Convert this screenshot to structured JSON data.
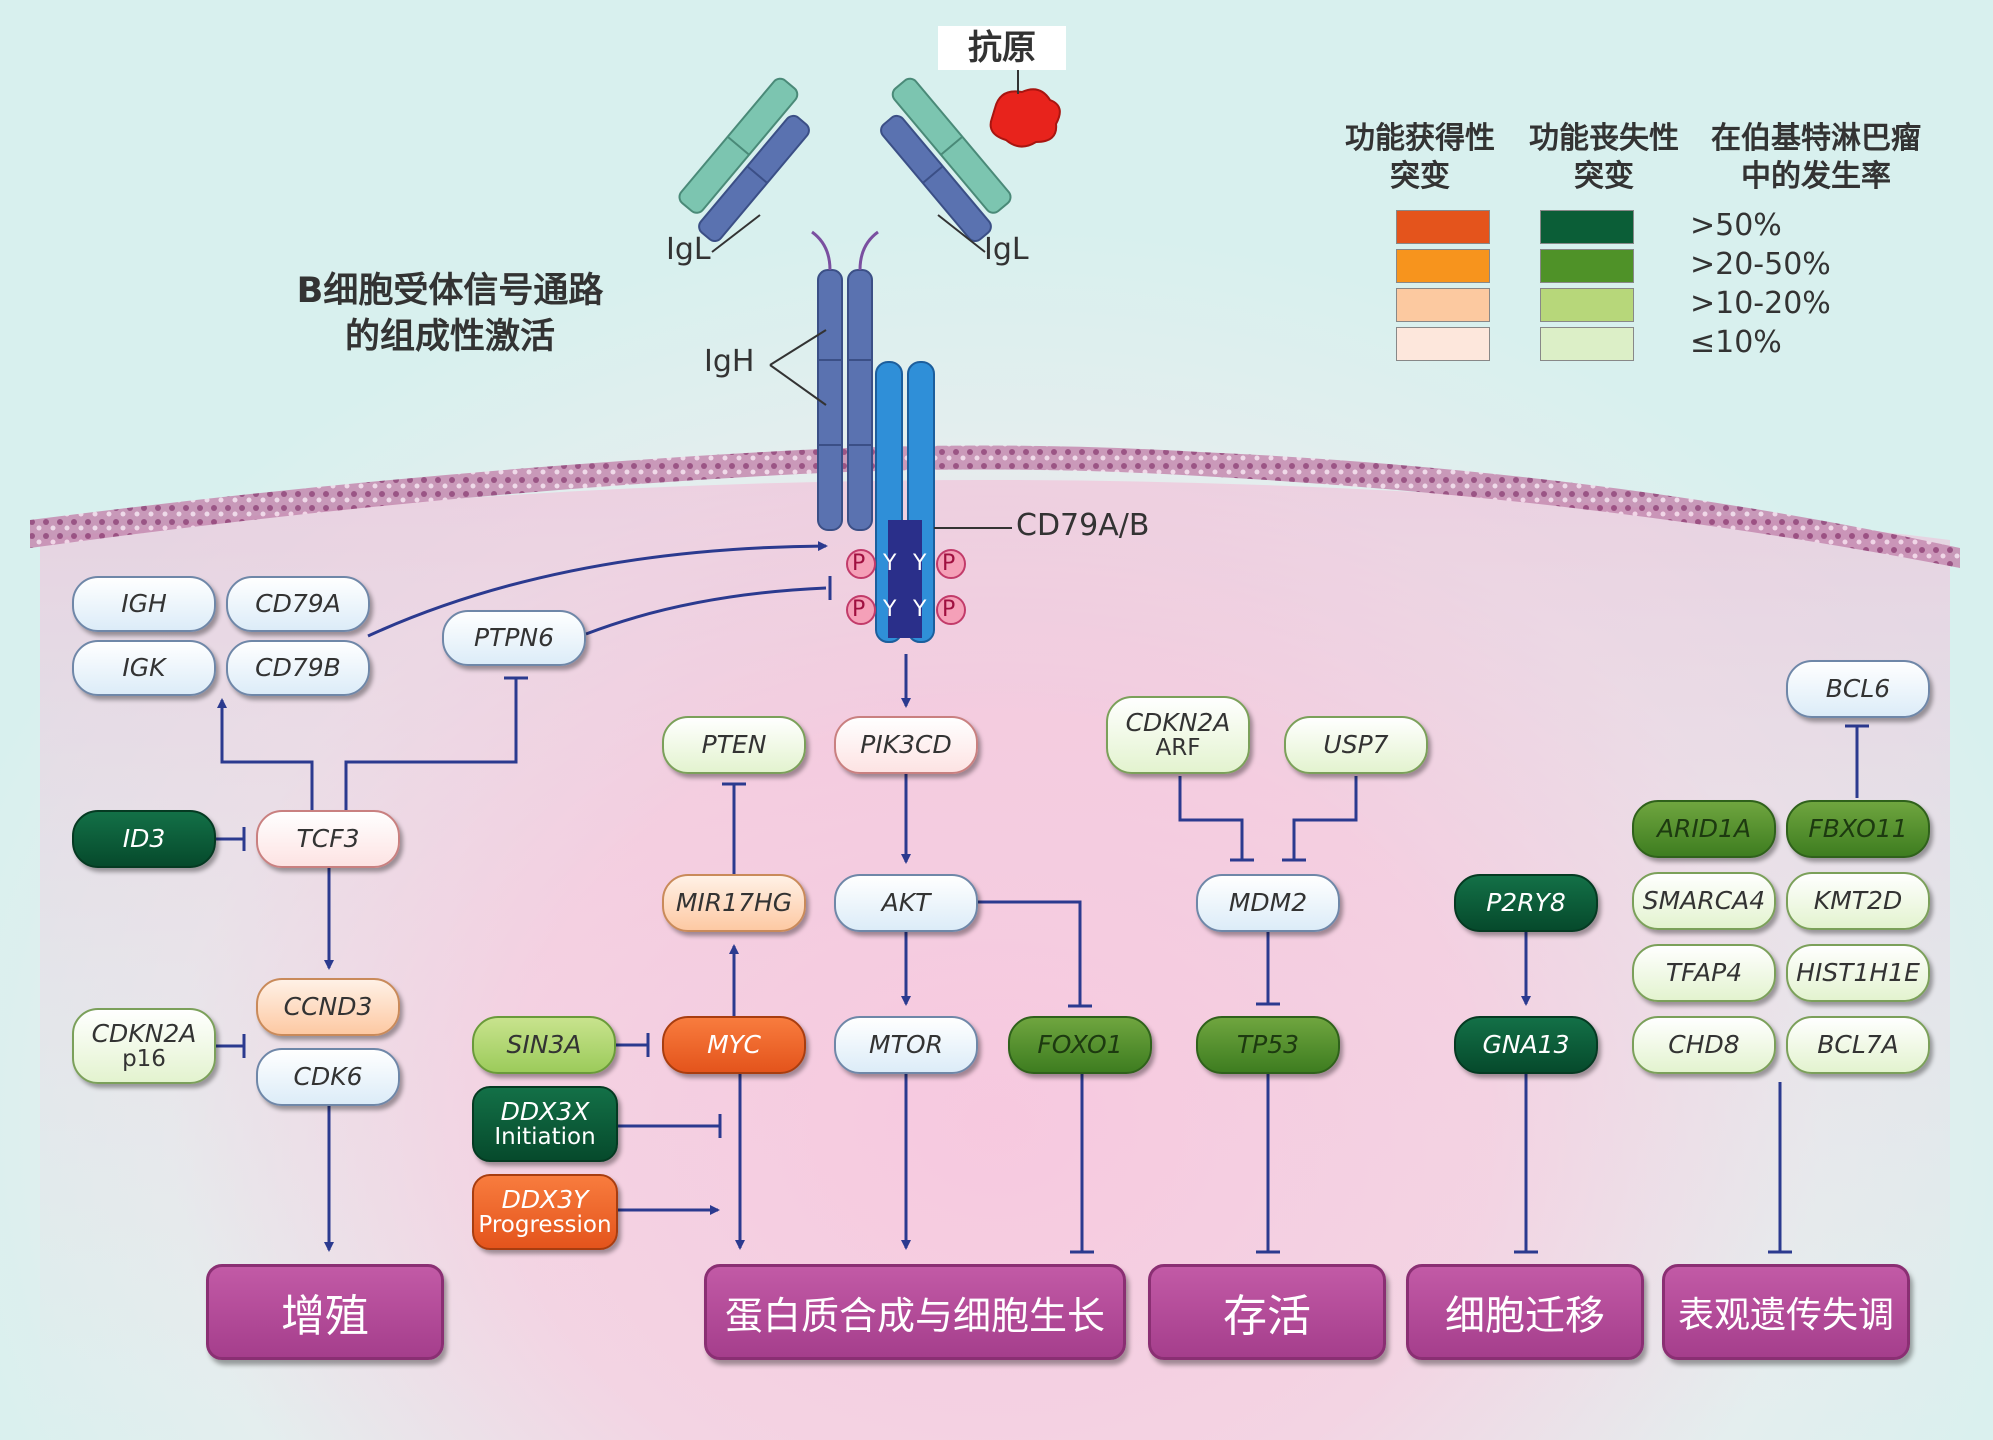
{
  "antigen_label": "抗原",
  "title": {
    "line1": "B细胞受体信号通路",
    "line2": "的组成性激活"
  },
  "receptor_labels": {
    "igl_left": "IgL",
    "igl_right": "IgL",
    "igh": "IgH",
    "cd79": "CD79A/B",
    "p": "P",
    "y": "Y"
  },
  "legend": {
    "headers": {
      "gain": [
        "功能获得性",
        "突变"
      ],
      "loss": [
        "功能丧失性",
        "突变"
      ],
      "freq": [
        "在伯基特淋巴瘤",
        "中的发生率"
      ]
    },
    "rows": [
      {
        "gain_color": "#e4541c",
        "loss_color": "#0b5e37",
        "label": ">50%"
      },
      {
        "gain_color": "#f7941d",
        "loss_color": "#4f9228",
        "label": ">20-50%"
      },
      {
        "gain_color": "#fcc9a0",
        "loss_color": "#b7d77a",
        "label": ">10-20%"
      },
      {
        "gain_color": "#fde7dc",
        "loss_color": "#dcefc7",
        "label": "≤10%"
      }
    ]
  },
  "genes": {
    "igh": "IGH",
    "cd79a": "CD79A",
    "igk": "IGK",
    "cd79b": "CD79B",
    "ptpn6": "PTPN6",
    "id3": "ID3",
    "tcf3": "TCF3",
    "ccnd3": "CCND3",
    "cdk6": "CDK6",
    "cdkn2a_p16": {
      "name": "CDKN2A",
      "sub": "p16"
    },
    "pten": "PTEN",
    "pik3cd": "PIK3CD",
    "mir17hg": "MIR17HG",
    "akt": "AKT",
    "sin3a": "SIN3A",
    "myc": "MYC",
    "mtor": "MTOR",
    "foxo1": "FOXO1",
    "ddx3x": {
      "name": "DDX3X",
      "sub": "Initiation"
    },
    "ddx3y": {
      "name": "DDX3Y",
      "sub": "Progression"
    },
    "cdkn2a_arf": {
      "name": "CDKN2A",
      "sub": "ARF"
    },
    "usp7": "USP7",
    "mdm2": "MDM2",
    "tp53": "TP53",
    "p2ry8": "P2RY8",
    "gna13": "GNA13",
    "bcl6": "BCL6",
    "arid1a": "ARID1A",
    "fbxo11": "FBXO11",
    "smarca4": "SMARCA4",
    "kmt2d": "KMT2D",
    "tfap4": "TFAP4",
    "hist1h1e": "HIST1H1E",
    "chd8": "CHD8",
    "bcl7a": "BCL7A"
  },
  "outcomes": {
    "proliferation": "增殖",
    "protein_growth": "蛋白质合成与细胞生长",
    "survival": "存活",
    "migration": "细胞迁移",
    "epigenetic": "表观遗传失调"
  }
}
